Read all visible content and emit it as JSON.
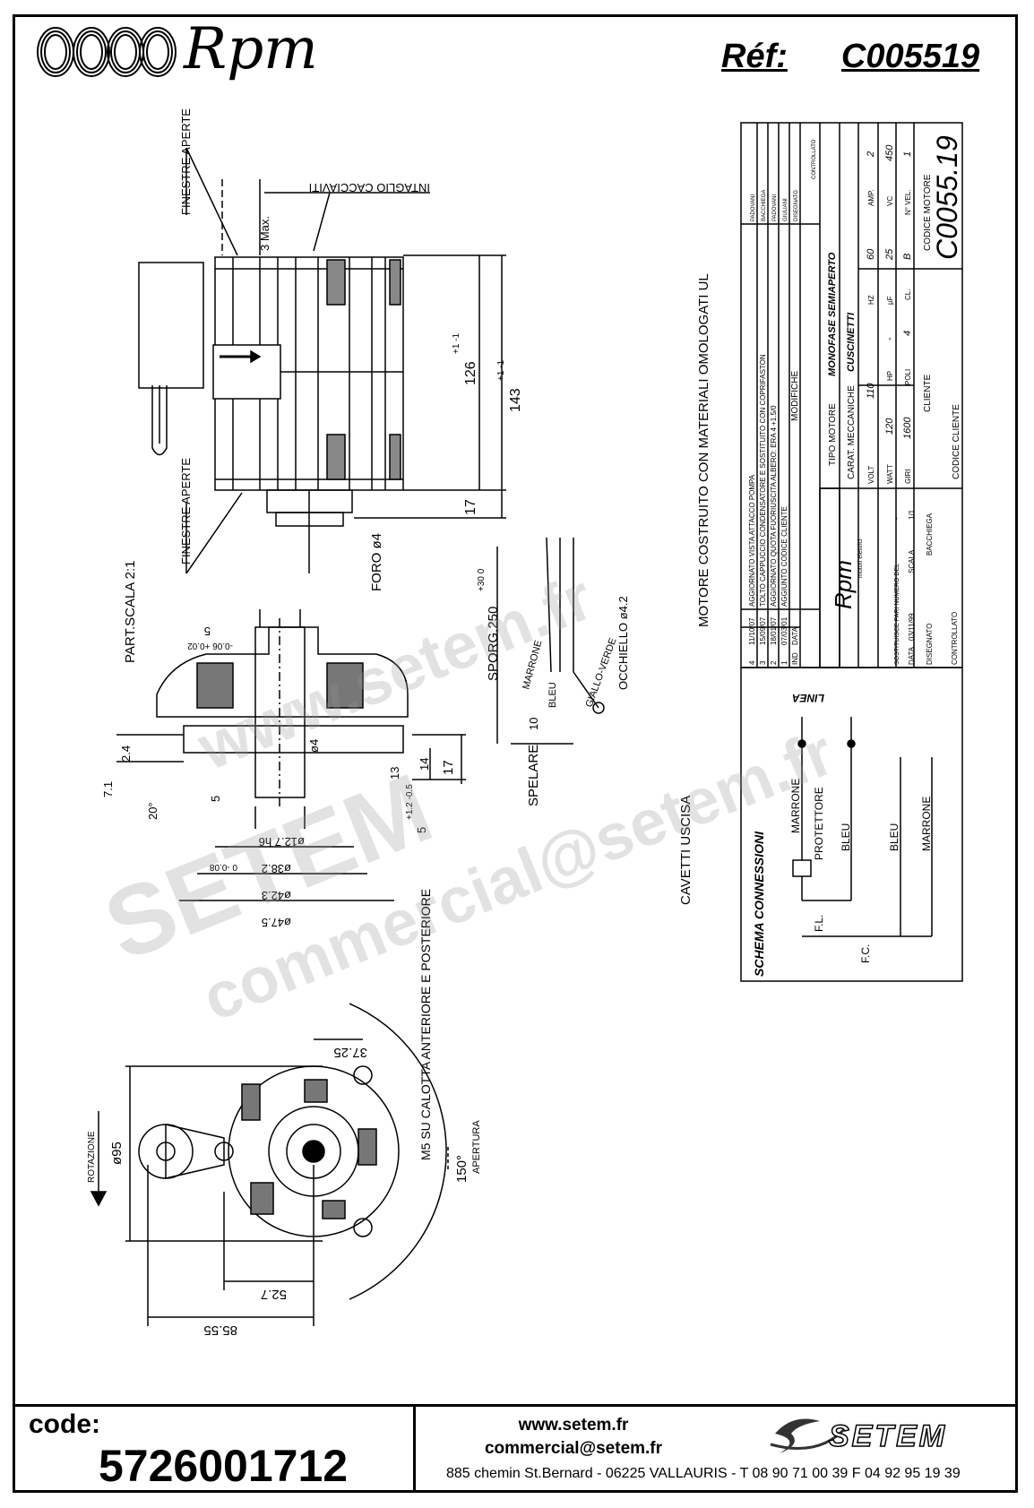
{
  "header": {
    "brand": "Rpm",
    "ref_label": "Réf:",
    "ref_value": "C005519"
  },
  "drawing": {
    "top_view": {
      "finestre_aperte": "FINESTRE APERTE",
      "intaglio": "INTAGLIO CACCIAVITI",
      "max3": "3 Max.",
      "dim_126": "126",
      "dim_126_tol": "+1 -1",
      "dim_143": "143",
      "dim_143_tol": "+1 -1",
      "dim_17": "17",
      "finestre_aperte_2": "FINESTRE APERTE",
      "foro": "FORO ø4"
    },
    "notes": {
      "omologati": "MOTORE COSTRUITO CON MATERIALI OMOLOGATI UL",
      "cavetti": "CAVETTI USCISA",
      "part_scala": "PART.SCALA 2:1"
    },
    "shaft_detail": {
      "d5": "5",
      "d5_tol": "-0.06 +0.02",
      "d24": "2.4",
      "d71": "7.1",
      "d20": "20°",
      "d4": "ø4",
      "d13": "13",
      "d14": "14",
      "d17": "17",
      "d5b": "5",
      "d5b_tol": "+1.2 -0.5",
      "d12": "ø12.7 h6",
      "d382": "ø38.2",
      "d382_tol": "0 -0.08",
      "d423": "ø42.3",
      "d475": "ø47.5"
    },
    "cables": {
      "sporg": "SPORG.250",
      "sporg_tol": "+30 0",
      "marrone": "MARRONE",
      "bleu": "BLEU",
      "giallo_verde": "GIALLO-VERDE",
      "occhiello": "OCCHIELLO ø4.2",
      "spelare": "SPELARE",
      "d10": "10"
    },
    "front_view": {
      "d3725": "37.25",
      "m5": "M5 SU CALOTTA ANTERIORE E POSTERIORE",
      "rotazione": "ROTAZIONE",
      "d95": "ø95",
      "d150": "150°",
      "apertura": "APERTURA",
      "d527": "52.7",
      "d8555": "85.55"
    },
    "schema": {
      "title": "SCHEMA CONNESSIONI",
      "linea": "LINEA",
      "marrone": "MARRONE",
      "protettore": "PROTETTORE",
      "bleu": "BLEU",
      "bleu2": "BLEU",
      "marrone2": "MARRONE",
      "fl": "F.L.",
      "fc": "F.C."
    }
  },
  "title_block": {
    "revisions": [
      {
        "ind": "4",
        "data": "11/10/07",
        "modifiche": "AGGIORNATO VISTA ATTACCO POMPA",
        "disegnato": "PADOVANI"
      },
      {
        "ind": "3",
        "data": "15/09/07",
        "modifiche": "TOLTO CAPPUCCIO CONDENSATORE E SOSTITUITO CON COPRIFASTON",
        "disegnato": "BACCHIEGA"
      },
      {
        "ind": "2",
        "data": "18/01/07",
        "modifiche": "AGGIORNATO QUOTA FUORIUSCITA ALBERO: ERA 4 +1.5/0",
        "disegnato": "PADOVANI"
      },
      {
        "ind": "1",
        "data": "07/03/01",
        "modifiche": "AGGIUNTO CODICE CLIENTE",
        "disegnato": "GIULIANI"
      }
    ],
    "hdr_ind": "IND",
    "hdr_data": "DATA",
    "hdr_modifiche": "MODIFICHE",
    "hdr_disegnato": "DISEGNATO",
    "hdr_controllato": "CONTROLLATO",
    "tipo_motore_label": "TIPO MOTORE",
    "tipo_motore": "MONOFASE SEMIAPERTO",
    "carat_label": "CARAT. MECCANICHE",
    "carat": "CUSCINETTI",
    "volt_label": "VOLT",
    "volt": "110",
    "hz_label": "HZ",
    "hz": "60",
    "amp_label": "AMP.",
    "amp": "2",
    "watt_label": "WATT",
    "watt": "120",
    "hp_label": "HP",
    "hp": "-",
    "uf_label": "µF",
    "uf": "25",
    "vc_label": "VC",
    "vc": "450",
    "giri_label": "GIRI",
    "giri": "1600",
    "poli_label": "POLI",
    "poli": "4",
    "cl_label": "CL.",
    "cl": "B",
    "nvel_label": "N° VEL.",
    "nvel": "1",
    "cliente_label": "CLIENTE",
    "codice_motore_label": "CODICE MOTORE",
    "codice_motore": "C0055.19",
    "codice_cliente_label": "CODICE CLIENTE",
    "rpm_brand": "Rpm",
    "rpm_sub": "motori elettrici",
    "sostituisce": "SOSTITUISCE PARI NUMERO DEL",
    "sostituisce_val": "-",
    "data_label": "DATA",
    "data_val": "03/11/99",
    "scala_label": "SCALA",
    "scala_val": "1/1",
    "disegnato_label": "DISEGNATO",
    "disegnato_val": "BACCHIEGA",
    "controllato_label": "CONTROLLATO"
  },
  "footer": {
    "code_label": "code:",
    "code_value": "5726001712",
    "website": "www.setem.fr",
    "email": "commercial@setem.fr",
    "address": "885 chemin St.Bernard  -  06225 VALLAURIS  -  T 08 90 71 00 39  F 04 92 95 19 39",
    "setem_brand": "SETEM"
  },
  "watermarks": [
    "www.setem.fr",
    "SETEM",
    "commercial@setem.fr"
  ]
}
